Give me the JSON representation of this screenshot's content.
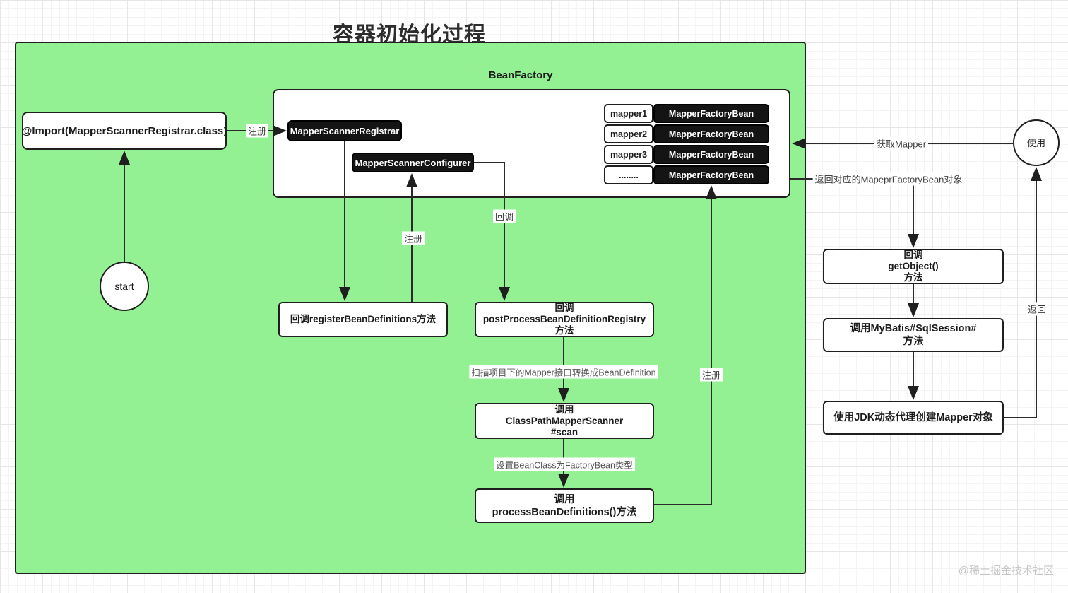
{
  "title": "容器初始化过程",
  "container": {
    "label": "BeanFactory"
  },
  "colors": {
    "container_fill": "#93F193",
    "node_fill": "#141414",
    "line": "#2b2b2b"
  },
  "nodes": {
    "import_annotation": "@Import(MapperScannerRegistrar.class)",
    "start": "start",
    "registrar": "MapperScannerRegistrar",
    "configurer": "MapperScannerConfigurer",
    "register_bean_definitions": "回调registerBeanDefinitions方法",
    "post_process_registry": {
      "l1": "回调",
      "l2": "postProcessBeanDefinitionRegistry",
      "l3": "方法"
    },
    "classpath_scanner": {
      "l1": "调用",
      "l2": "ClassPathMapperScanner",
      "l3": "#scan"
    },
    "process_bean_definitions": {
      "l1": "调用",
      "l2": "processBeanDefinitions()方法"
    },
    "get_object": {
      "l1": "回调",
      "l2": "getObject()",
      "l3": "方法"
    },
    "sql_session": {
      "l1": "调用MyBatis#SqlSession#",
      "l2": "方法"
    },
    "jdk_proxy": "使用JDK动态代理创建Mapper对象",
    "use": "使用"
  },
  "mapper_table": {
    "rows": [
      {
        "name": "mapper1",
        "bean": "MapperFactoryBean"
      },
      {
        "name": "mapper2",
        "bean": "MapperFactoryBean"
      },
      {
        "name": "mapper3",
        "bean": "MapperFactoryBean"
      },
      {
        "name": "........",
        "bean": "MapperFactoryBean"
      }
    ]
  },
  "edge_labels": {
    "register_import": "注册",
    "register_configurer": "注册",
    "callback": "回调",
    "scan_note": "扫描项目下的Mapper接口转换成BeanDefinition",
    "set_bean_class": "设置BeanClass为FactoryBean类型",
    "register_mappers": "注册",
    "get_mapper": "获取Mapper",
    "return_factory_bean": "返回对应的MapeprFactoryBean对象",
    "return_mapper": "返回"
  },
  "watermark": "@稀土掘金技术社区"
}
